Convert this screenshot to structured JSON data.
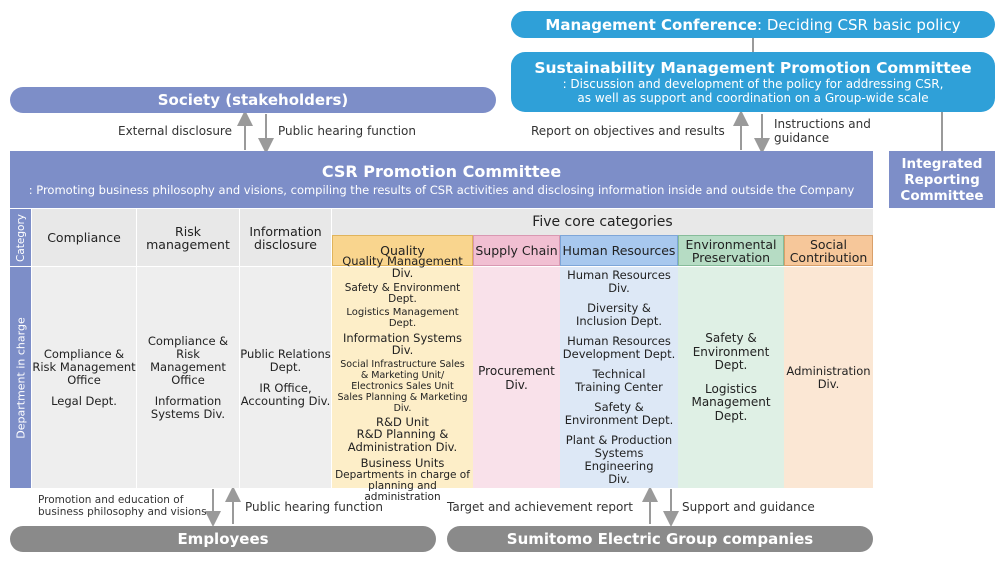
{
  "management_conference": {
    "bold": "Management Conference",
    "rest": ": Deciding CSR basic policy"
  },
  "sustainability": {
    "title": "Sustainability Management Promotion Committee",
    "desc1": ": Discussion and development of the policy for addressing CSR,",
    "desc2": "as well as support and coordination on a Group-wide scale"
  },
  "society": "Society (stakeholders)",
  "flows_top": {
    "external_disclosure": "External disclosure",
    "public_hearing": "Public hearing function",
    "report": "Report on objectives and results",
    "instructions1": "Instructions and",
    "instructions2": "guidance"
  },
  "csr_committee": {
    "title": "CSR Promotion Committee",
    "desc": ": Promoting business philosophy and visions, compiling the results of CSR activities and disclosing information inside and outside the Company"
  },
  "integrated": {
    "line1": "Integrated",
    "line2": "Reporting",
    "line3": "Committee"
  },
  "table": {
    "category_label": "Category",
    "department_label": "Department in charge",
    "five_core": "Five core categories",
    "headers": {
      "compliance": "Compliance",
      "risk1": "Risk",
      "risk2": "management",
      "info1": "Information",
      "info2": "disclosure",
      "quality": "Quality",
      "supply": "Supply Chain",
      "hr": "Human Resources",
      "env1": "Environmental",
      "env2": "Preservation",
      "social1": "Social",
      "social2": "Contribution"
    },
    "compliance_dept": {
      "a1": "Compliance &",
      "a2": "Risk Management",
      "a3": "Office",
      "b": "Legal Dept."
    },
    "risk_dept": {
      "a1": "Compliance &",
      "a2": "Risk Management",
      "a3": "Office",
      "b1": "Information",
      "b2": "Systems Div."
    },
    "info_dept": {
      "a1": "Public Relations",
      "a2": "Dept.",
      "b1": "IR Office,",
      "b2": "Accounting Div."
    },
    "quality_dept": {
      "l1": "Quality Management Div.",
      "l2": "Safety & Environment Dept.",
      "l3": "Logistics Management Dept.",
      "l4": "Information Systems Div.",
      "l5": "Social Infrastructure Sales",
      "l6": "& Marketing Unit/",
      "l7": "Electronics Sales Unit",
      "l8": "Sales Planning & Marketing Div.",
      "l9": "R&D Unit",
      "l10": "R&D Planning &",
      "l11": "Administration Div.",
      "l12": "Business Units",
      "l13": "Departments in charge of",
      "l14": "planning and administration"
    },
    "supply_dept": {
      "l1": "Procurement",
      "l2": "Div."
    },
    "hr_dept": {
      "l1": "Human Resources",
      "l2": "Div.",
      "l3": "Diversity &",
      "l4": "Inclusion Dept.",
      "l5": "Human Resources",
      "l6": "Development Dept.",
      "l7": "Technical",
      "l8": "Training Center",
      "l9": "Safety &",
      "l10": "Environment Dept.",
      "l11": "Plant & Production",
      "l12": "Systems Engineering",
      "l13": "Div."
    },
    "env_dept": {
      "l1": "Safety &",
      "l2": "Environment",
      "l3": "Dept.",
      "l4": "Logistics",
      "l5": "Management",
      "l6": "Dept."
    },
    "social_dept": {
      "l1": "Administration",
      "l2": "Div."
    }
  },
  "flows_bottom": {
    "promotion1": "Promotion and education of",
    "promotion2": "business philosophy and visions",
    "public_hearing": "Public hearing function",
    "target": "Target and achievement report",
    "support": "Support and guidance"
  },
  "employees": "Employees",
  "group_companies": "Sumitomo Electric Group companies",
  "colors": {
    "blue": "#2fa0d8",
    "purple": "#7d8ec8",
    "gray": "#8a8a8a",
    "quality": "#f9d58e",
    "supply": "#f1bfd2",
    "hr": "#a8c8ee",
    "env": "#b6dcc4",
    "social": "#f6c79a"
  }
}
